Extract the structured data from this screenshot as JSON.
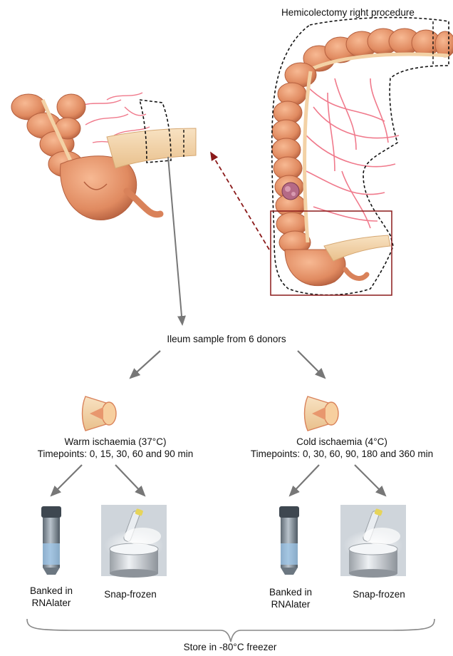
{
  "procedure_title": "Hemicolectomy right procedure",
  "sample_source": "Ileum sample from 6 donors",
  "warm": {
    "label": "Warm ischaemia (37°C)",
    "timepoints": "Timepoints: 0, 15, 30, 60 and 90 min",
    "banked_line1": "Banked in",
    "banked_line2": "RNAlater",
    "snap": "Snap-frozen"
  },
  "cold": {
    "label": "Cold ischaemia (4°C)",
    "timepoints": "Timepoints: 0, 30, 60, 90, 180 and 360 min",
    "banked_line1": "Banked in",
    "banked_line2": "RNAlater",
    "snap": "Snap-frozen"
  },
  "storage": "Store in -80°C freezer",
  "colors": {
    "colon": "#e8976e",
    "colon_dark": "#b5603f",
    "ileum": "#f3d2a6",
    "vessel": "#f07a8c",
    "highlight_box": "#8b1a1a",
    "arrow_gray": "#777777",
    "tube_metal": "#7f8a94",
    "tube_liquid": "#9ec7ea"
  }
}
